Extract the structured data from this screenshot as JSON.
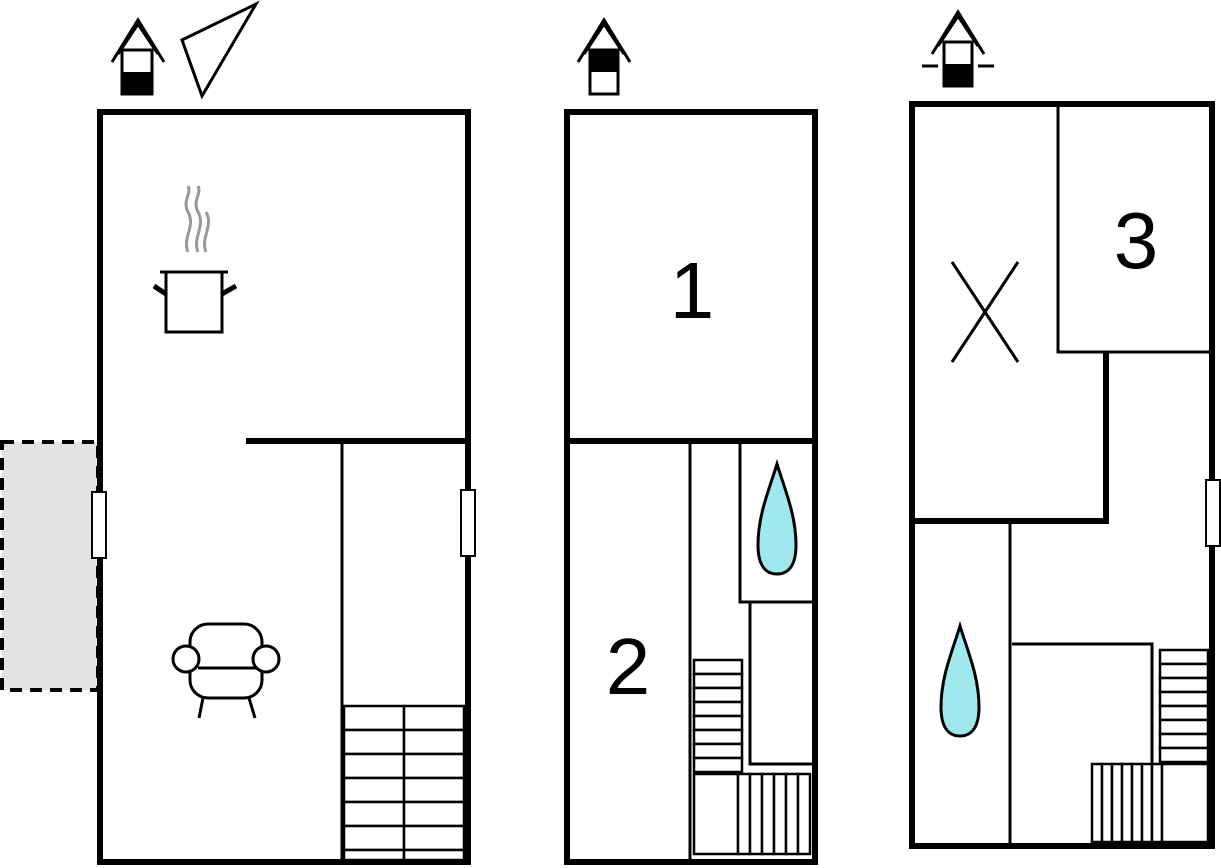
{
  "floors": [
    {
      "id": "ground-floor",
      "icons": [
        "house-level-icon",
        "compass-north-icon",
        "cooking-pot-icon",
        "armchair-icon",
        "staircase-icon",
        "terrace"
      ],
      "room_labels": []
    },
    {
      "id": "first-floor",
      "icons": [
        "house-level-icon",
        "water-drop-icon",
        "staircase-icon"
      ],
      "room_labels": [
        "1",
        "2"
      ]
    },
    {
      "id": "second-floor",
      "icons": [
        "house-level-icon",
        "cross-mark-icon",
        "water-drop-icon",
        "staircase-icon"
      ],
      "room_labels": [
        "3"
      ]
    }
  ],
  "colors": {
    "wall": "#000000",
    "water": "#9ee8ee",
    "terrace": "#e3e3e3",
    "steam": "#999999"
  }
}
